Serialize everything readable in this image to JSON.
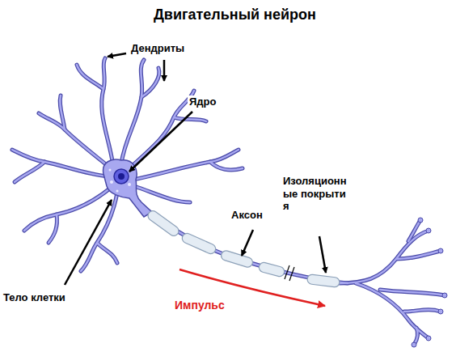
{
  "diagram": {
    "title": "Двигательный нейрон",
    "labels": [
      "Дендриты",
      "Ядро",
      "Аксон",
      "Изоляционные покрытия",
      "Тело клетки",
      "Импульс"
    ]
  }
}
